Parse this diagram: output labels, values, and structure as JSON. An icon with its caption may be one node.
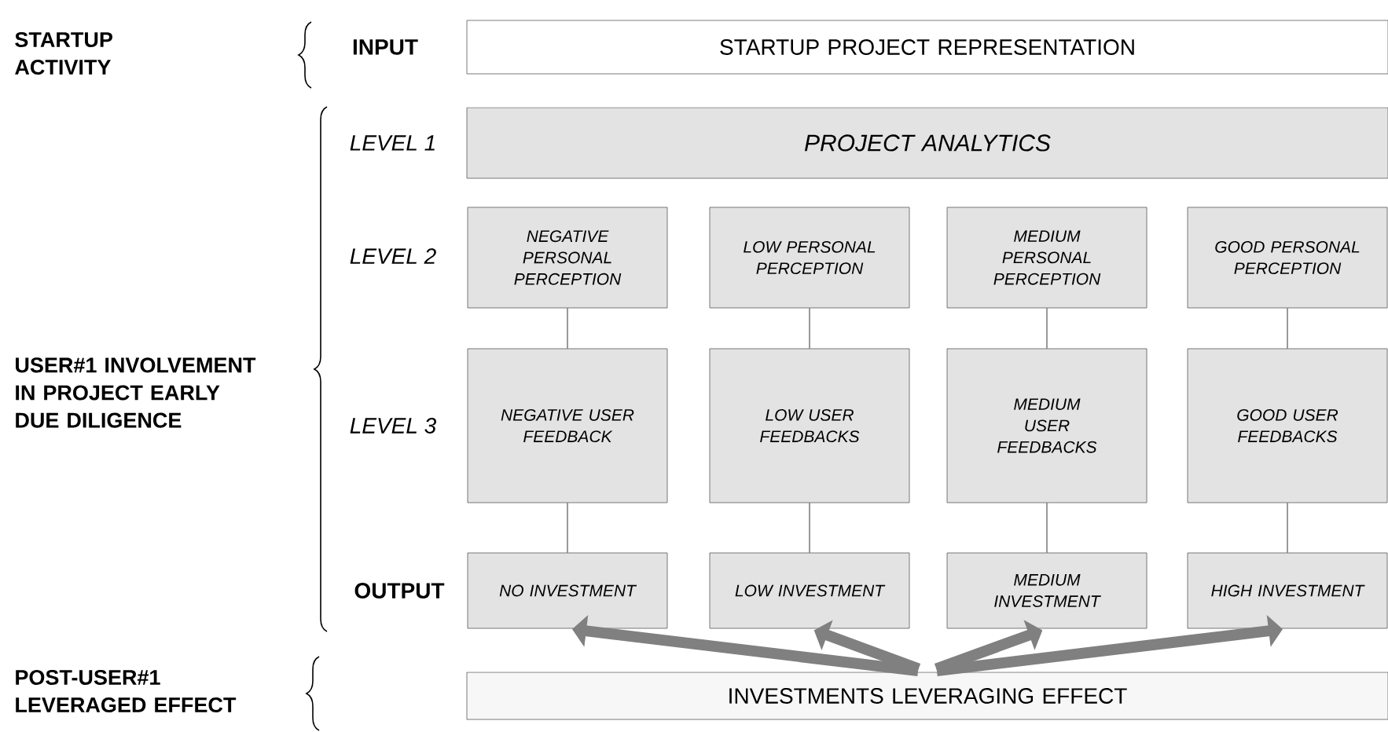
{
  "diagram": {
    "nodes": [
      {
        "text": [
          "STARTUP PROJECT REPRESENTATION"
        ]
      },
      {
        "text": [
          "PROJECT ANALYTICS"
        ]
      },
      {
        "text": [
          "NEGATIVE PERSONAL PERCEPTION"
        ]
      },
      {
        "text": [
          "LOW PERSONAL PERCEPTION"
        ]
      },
      {
        "text": [
          "MEDIUM PERSONAL PERCEPTION"
        ]
      },
      {
        "text": [
          "GOOD PERSONAL PERCEPTION"
        ]
      },
      {
        "text": [
          "NEGATIVE USER FEEDBACK"
        ]
      },
      {
        "text": [
          "LOW USER FEEDBACKS"
        ]
      },
      {
        "text": [
          "MEDIUM USER FEEDBACKS"
        ]
      },
      {
        "text": [
          "GOOD USER FEEDBACKS"
        ]
      },
      {
        "text": [
          "NO INVESTMENT"
        ]
      },
      {
        "text": [
          "LOW INVESTMENT"
        ]
      },
      {
        "text": [
          "MEDIUM INVESTMENT"
        ]
      },
      {
        "text": [
          "HIGH INVESTMENT"
        ]
      },
      {
        "text": [
          "INVESTMENTS LEVERAGING EFFECT"
        ]
      }
    ],
    "edges": [
      {
        "from": 2,
        "to": 6,
        "arrow": "none"
      },
      {
        "from": 3,
        "to": 7,
        "arrow": "none"
      },
      {
        "from": 4,
        "to": 8,
        "arrow": "none"
      },
      {
        "from": 5,
        "to": 9,
        "arrow": "none"
      },
      {
        "from": 6,
        "to": 10,
        "arrow": "none"
      },
      {
        "from": 7,
        "to": 11,
        "arrow": "none"
      },
      {
        "from": 8,
        "to": 12,
        "arrow": "none"
      },
      {
        "from": 9,
        "to": 13,
        "arrow": "none"
      },
      {
        "from": 14,
        "to": 10,
        "arrow": "to",
        "style": "thick",
        "color": "#808080"
      },
      {
        "from": 14,
        "to": 11,
        "arrow": "to",
        "style": "thick",
        "color": "#808080"
      },
      {
        "from": 14,
        "to": 12,
        "arrow": "to",
        "style": "thick",
        "color": "#808080"
      },
      {
        "from": 14,
        "to": 13,
        "arrow": "to",
        "style": "thick",
        "color": "#808080"
      }
    ],
    "labels": [
      "STARTUP ACTIVITY",
      "INPUT",
      "LEVEL 1",
      "LEVEL 2",
      "USER#1 INVOLVEMENT IN PROJECT EARLY DUE DILIGENCE",
      "LEVEL 3",
      "OUTPUT",
      "POST-USER#1 LEVERAGED EFFECT"
    ]
  }
}
